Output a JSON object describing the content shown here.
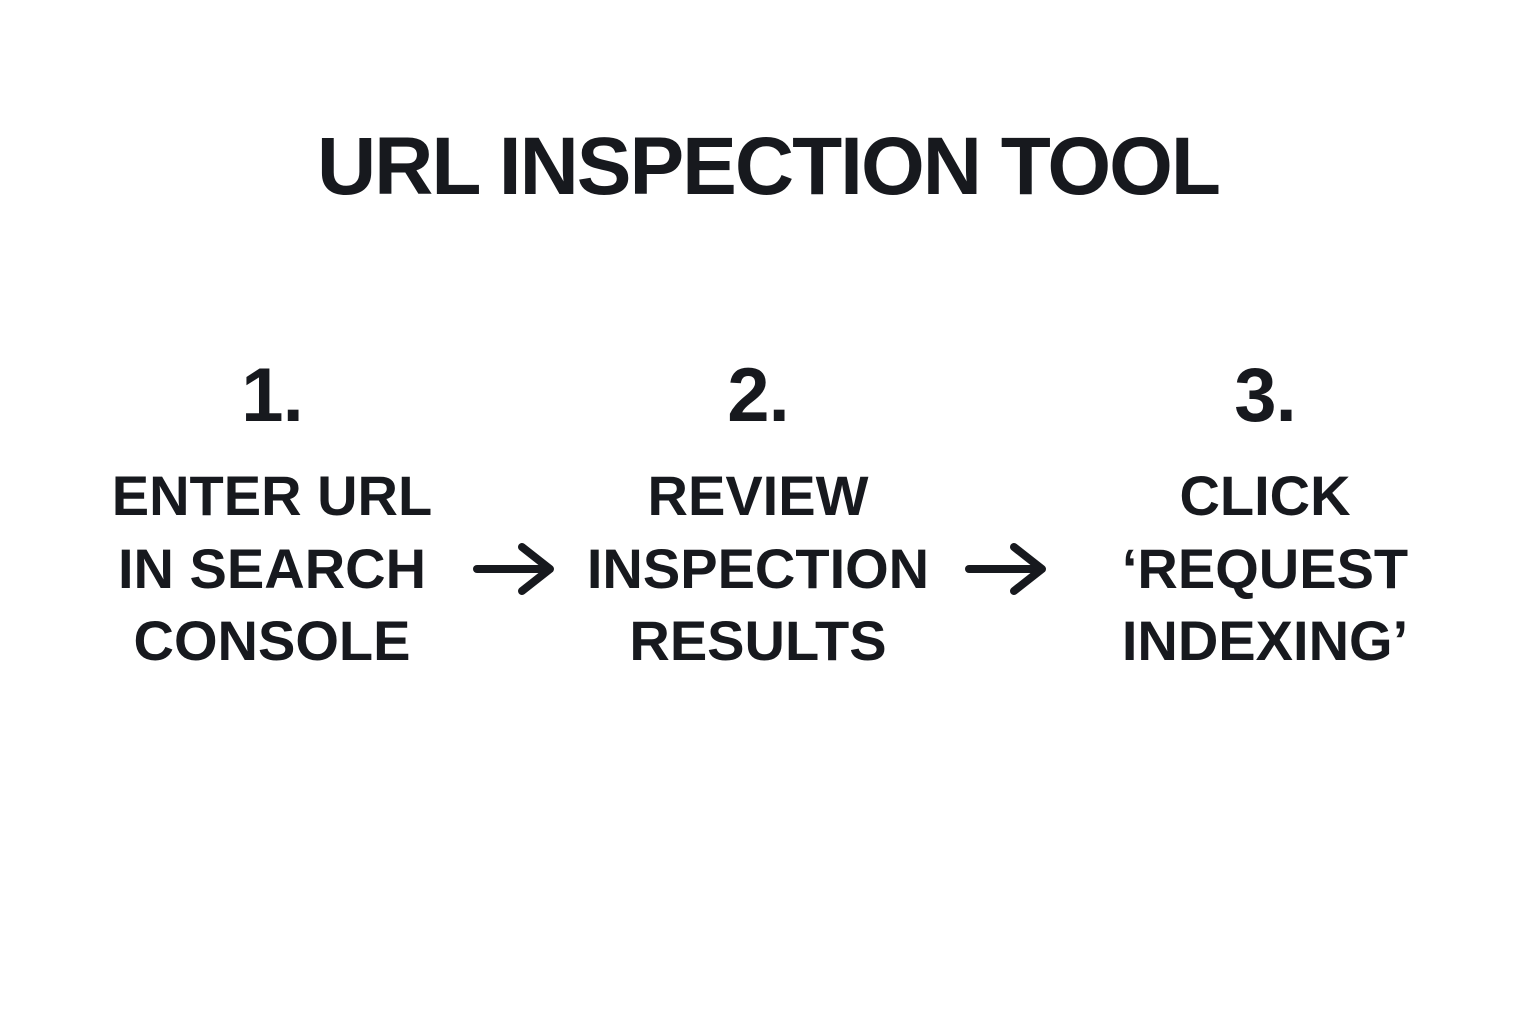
{
  "title": "URL INSPECTION TOOL",
  "colors": {
    "background": "#ffffff",
    "text": "#17191e"
  },
  "icons": {
    "arrow_right_glyph": "→"
  },
  "steps": [
    {
      "number": "1.",
      "lines": [
        "ENTER URL",
        "IN SEARCH",
        "CONSOLE"
      ]
    },
    {
      "number": "2.",
      "lines": [
        "REVIEW",
        "INSPECTION",
        "RESULTS"
      ]
    },
    {
      "number": "3.",
      "lines": [
        "CLICK",
        "‘REQUEST",
        "INDEXING’"
      ]
    }
  ]
}
